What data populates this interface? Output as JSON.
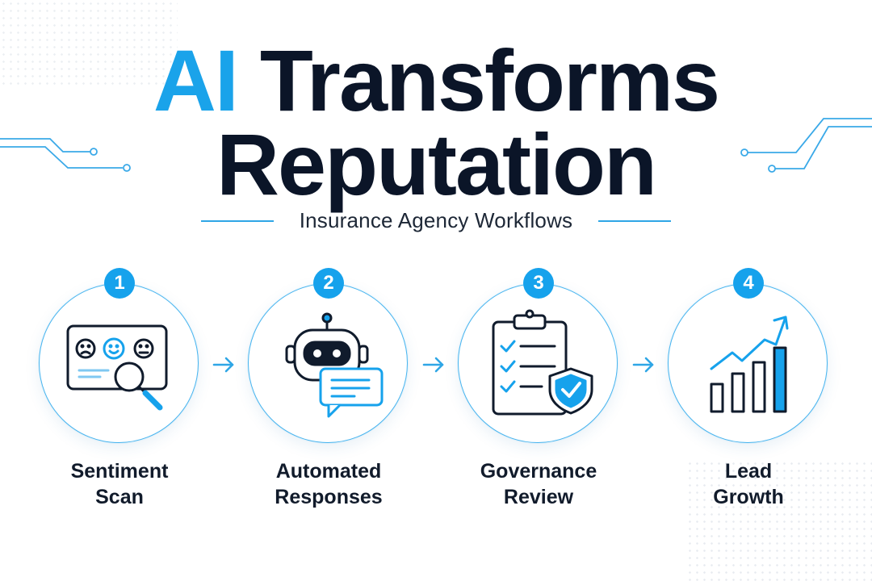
{
  "title": {
    "accent": "AI",
    "rest": "Transforms",
    "line2": "Reputation"
  },
  "subtitle": "Insurance Agency Workflows",
  "colors": {
    "accent": "#1aa3ea",
    "dark": "#0b1528",
    "line": "#2fa6e6"
  },
  "steps": [
    {
      "number": "1",
      "label_line1": "Sentiment",
      "label_line2": "Scan",
      "icon": "sentiment-scan-icon"
    },
    {
      "number": "2",
      "label_line1": "Automated",
      "label_line2": "Responses",
      "icon": "chatbot-icon"
    },
    {
      "number": "3",
      "label_line1": "Governance",
      "label_line2": "Review",
      "icon": "clipboard-shield-icon"
    },
    {
      "number": "4",
      "label_line1": "Lead",
      "label_line2": "Growth",
      "icon": "growth-chart-icon"
    }
  ]
}
